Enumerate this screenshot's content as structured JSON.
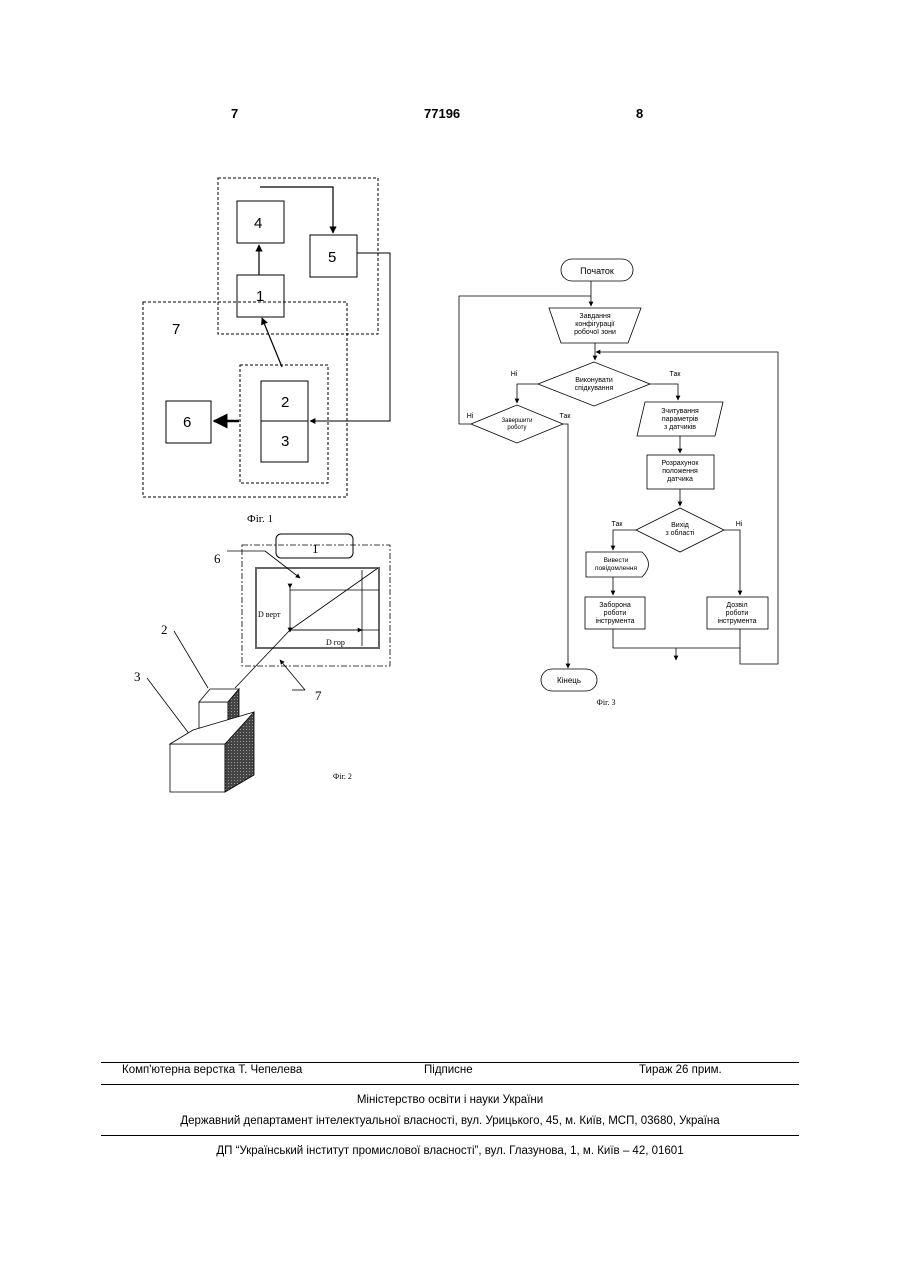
{
  "header": {
    "page_left": "7",
    "patent_number": "77196",
    "page_right": "8"
  },
  "fig1": {
    "block1": "1",
    "block2": "2",
    "block3": "3",
    "block4": "4",
    "block5": "5",
    "block6": "6",
    "zone7": "7",
    "caption": "Фіг. 1"
  },
  "fig2": {
    "label1": "1",
    "label2": "2",
    "label3": "3",
    "label6": "6",
    "label7": "7",
    "d_vert": "D верт",
    "d_hor": "D гор",
    "caption": "Фіг. 2"
  },
  "fig3": {
    "start": "Початок",
    "set_config": [
      "Завдання",
      "конфігурації",
      "робочої зони"
    ],
    "do_tracking": [
      "Виконувати",
      "спідкування"
    ],
    "no1": "Ні",
    "yes1": "Так",
    "finish_work": [
      "Завершити",
      "роботу"
    ],
    "no2": "Ні",
    "yes2": "Так",
    "read_params": [
      "Зчитування",
      "параметрів",
      "з датчиків"
    ],
    "calc_position": [
      "Розрахунок",
      "положення",
      "датчика"
    ],
    "exit_area": [
      "Вихід",
      "з області"
    ],
    "yes3": "Так",
    "no3": "Ні",
    "show_message": [
      "Вивести",
      "повідомлення"
    ],
    "forbid_tool": [
      "Заборона",
      "роботи",
      "інструмента"
    ],
    "allow_tool": [
      "Дозвіл",
      "роботи",
      "інструмента"
    ],
    "end": "Кінець",
    "caption": "Фіг. 3"
  },
  "footer": {
    "layout_by": "Комп'ютерна верстка Т. Чепелева",
    "signed": "Підписне",
    "circulation": "Тираж 26 прим.",
    "ministry": "Міністерство освіти і науки України",
    "department": "Державний департамент інтелектуальної власності, вул. Урицького, 45, м. Київ, МСП, 03680, Україна",
    "institute": "ДП “Український інститут промислової власності”, вул. Глазунова, 1, м. Київ – 42, 01601"
  }
}
